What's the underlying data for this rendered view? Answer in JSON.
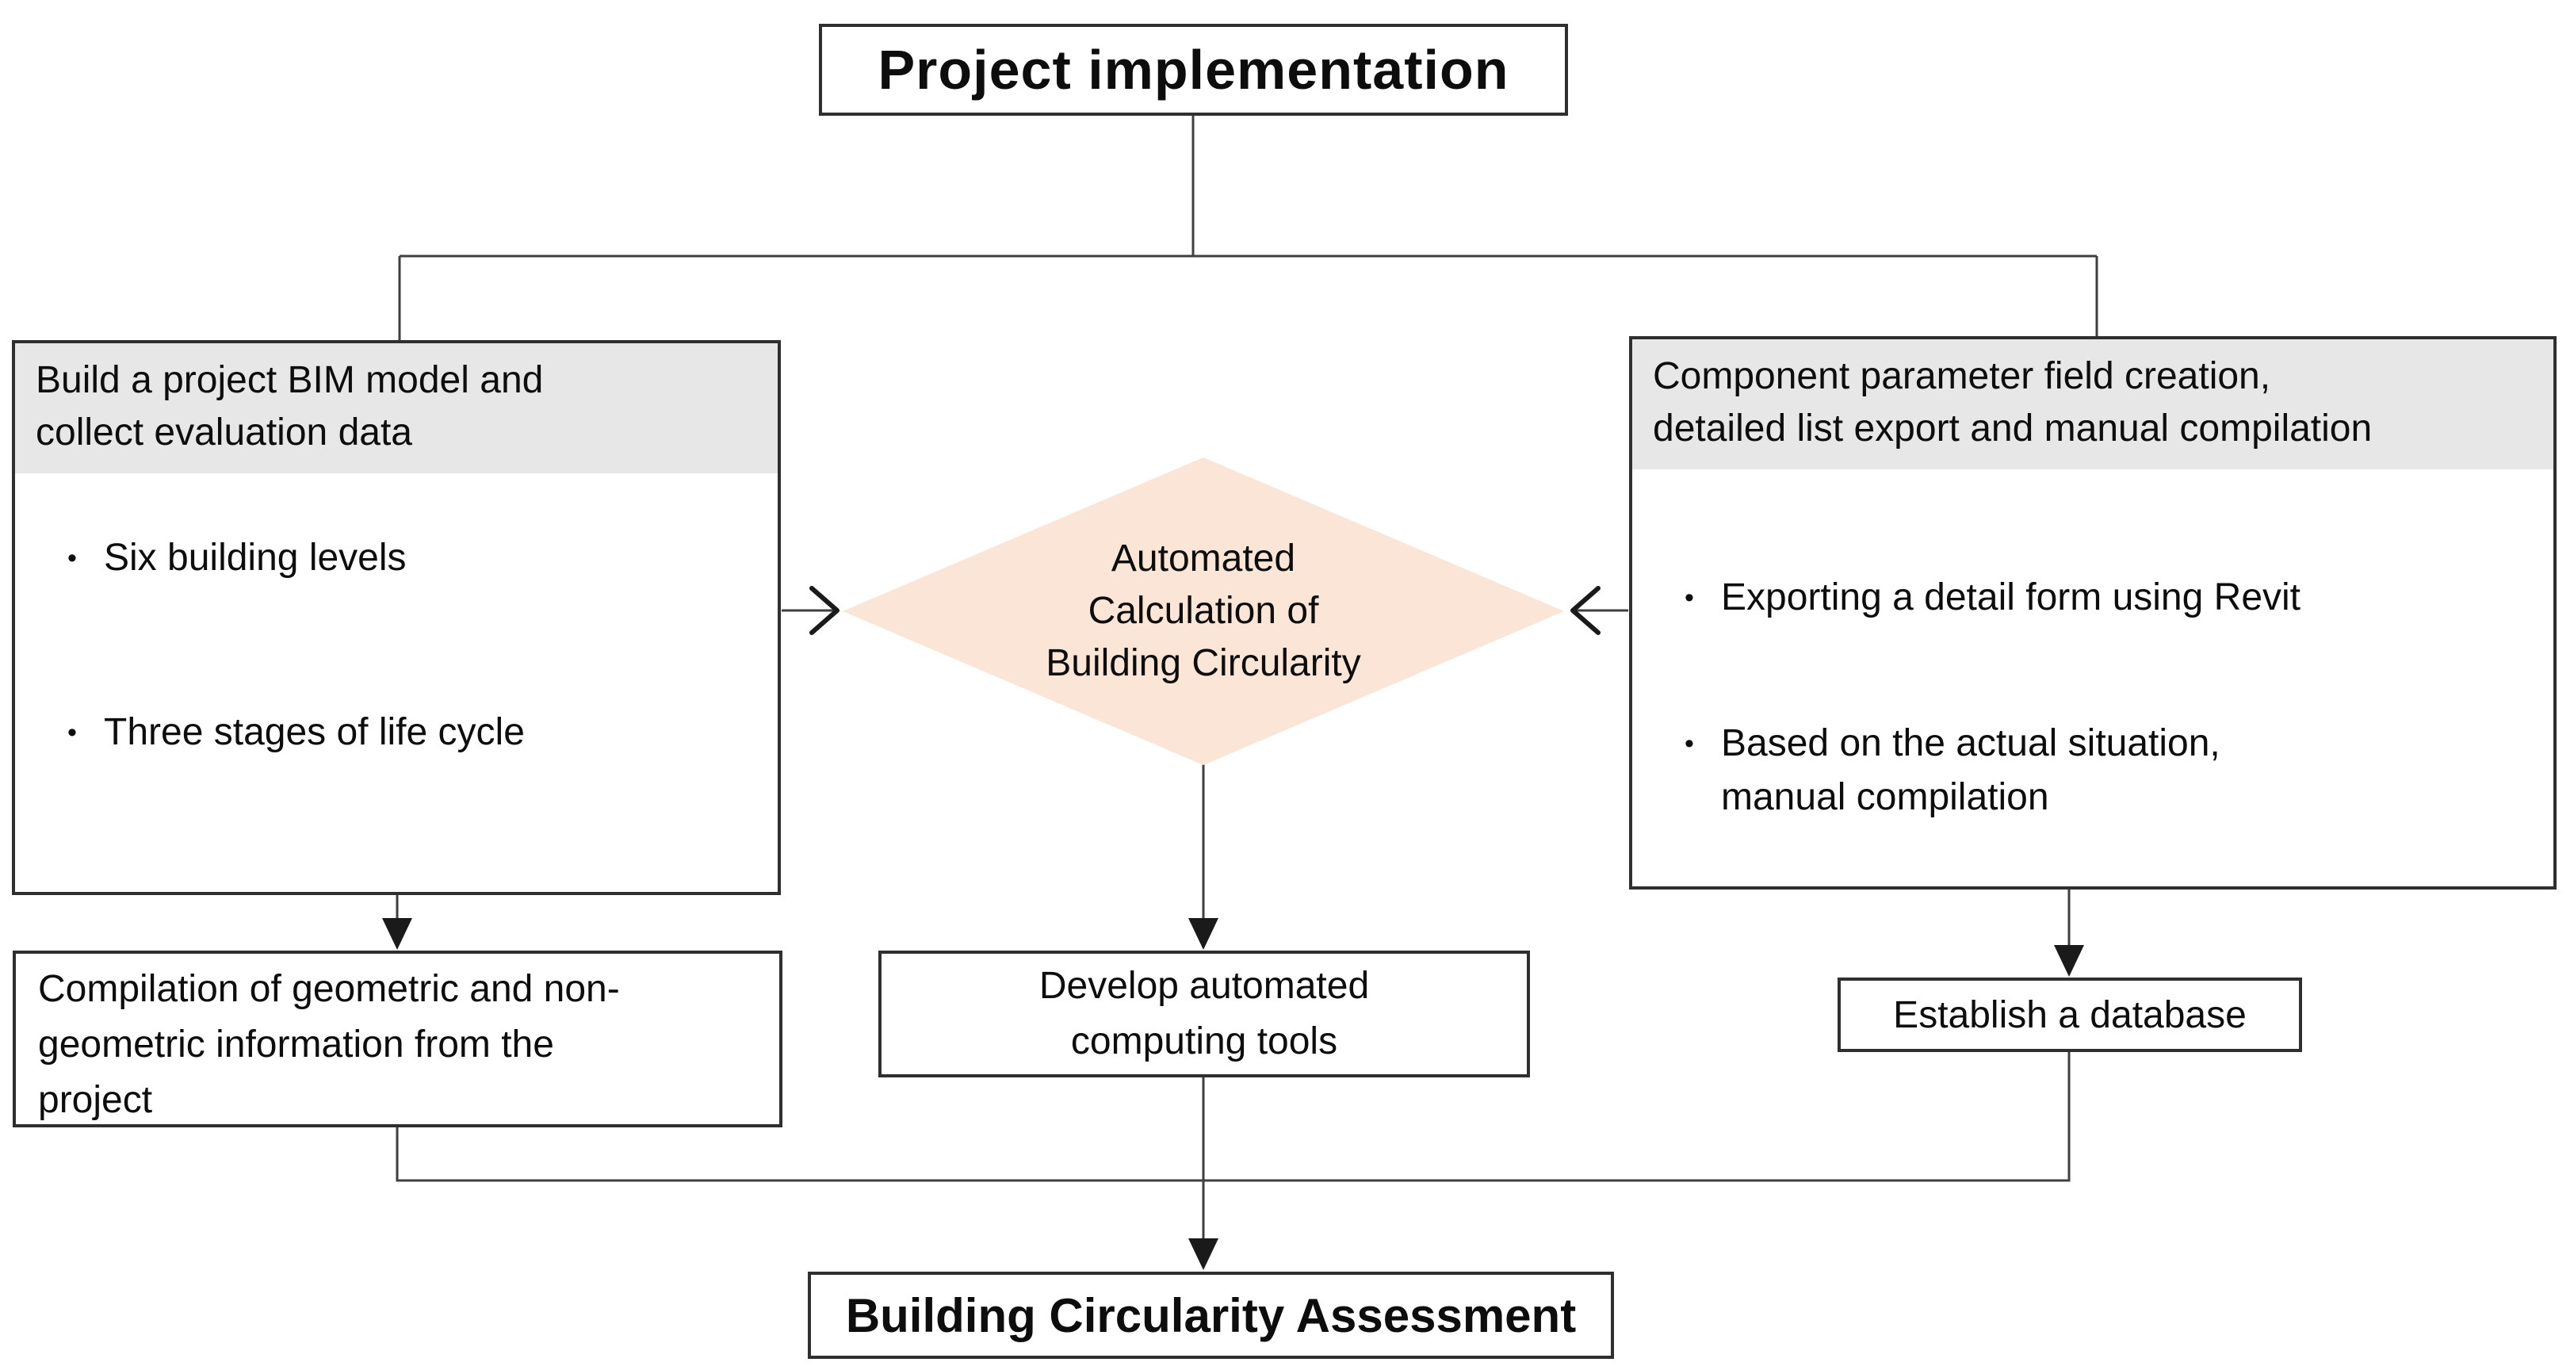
{
  "bullet_char": "•",
  "colors": {
    "line": "#3f3f3f",
    "border": "#2f2f2f",
    "diamond_fill": "#FBE5D6",
    "header_fill": "#E7E7E7",
    "text": "#0d0d0d"
  },
  "title_box": {
    "label": "Project implementation"
  },
  "left_box": {
    "header_lines": [
      "Build a project BIM model and",
      "collect evaluation data"
    ],
    "bullets": [
      {
        "lines": [
          "Six building levels"
        ]
      },
      {
        "lines": [
          "Three stages of life cycle"
        ]
      }
    ]
  },
  "right_box": {
    "header_lines": [
      "Component parameter field creation,",
      "detailed list export and manual compilation"
    ],
    "bullets": [
      {
        "lines": [
          "Exporting a detail form using Revit"
        ]
      },
      {
        "lines": [
          "Based on the actual situation,",
          "manual compilation"
        ]
      }
    ]
  },
  "diamond": {
    "lines": [
      "Automated",
      "Calculation of",
      "Building Circularity"
    ]
  },
  "compilation_box": {
    "lines": [
      "Compilation of geometric and non-",
      "geometric information from the",
      "project"
    ]
  },
  "develop_box": {
    "lines": [
      "Develop automated",
      "computing tools"
    ]
  },
  "database_box": {
    "label": "Establish a database"
  },
  "final_box": {
    "label": "Building Circularity Assessment"
  }
}
